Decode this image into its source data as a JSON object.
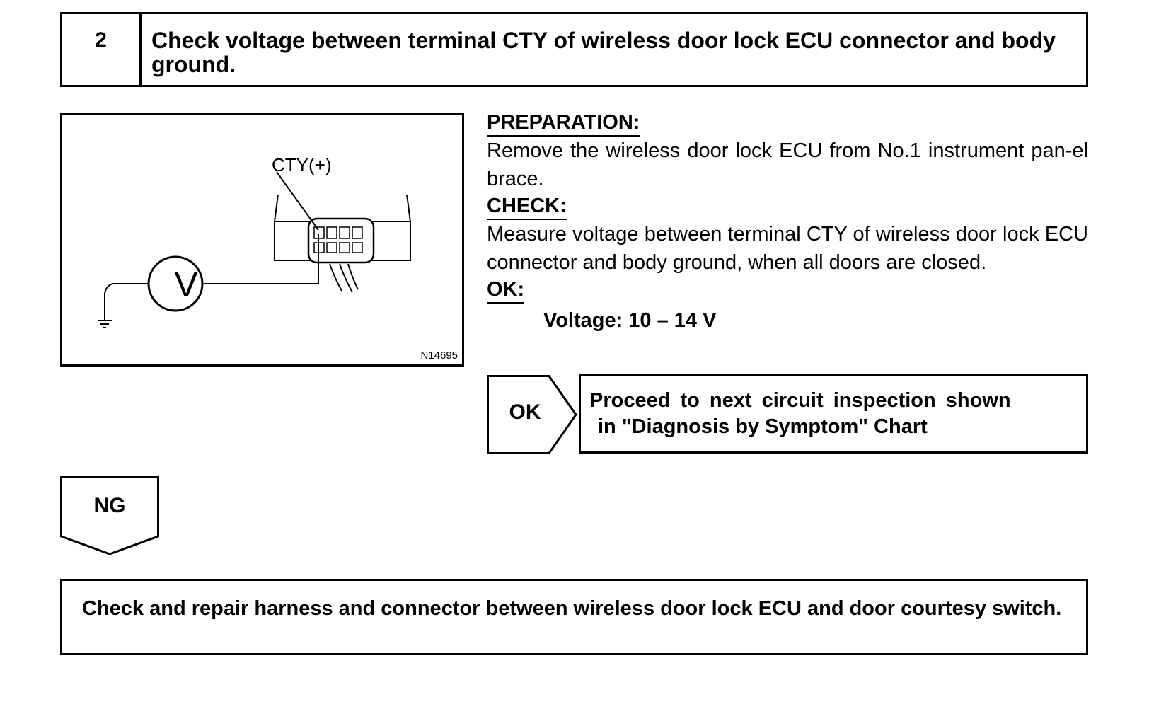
{
  "step": {
    "number": "2",
    "title": "Check voltage between terminal CTY of wireless door lock ECU connector and body ground."
  },
  "figure": {
    "terminal_label": "CTY(+)",
    "meter_symbol": "V",
    "figure_id": "N14695"
  },
  "instructions": {
    "preparation_heading": "PREPARATION:",
    "preparation_text": "Remove the wireless door lock ECU from No.1 instrument pan-el brace.",
    "check_heading": "CHECK:",
    "check_text": "Measure voltage between terminal CTY of wireless door lock ECU connector and body ground, when all doors are closed.",
    "ok_heading": "OK:",
    "ok_spec": "Voltage: 10 – 14 V"
  },
  "ok_branch": {
    "label": "OK",
    "result_line1": "Proceed to next circuit inspection shown",
    "result_line2": "in \"Diagnosis by Symptom\" Chart"
  },
  "ng_branch": {
    "label": "NG",
    "result": "Check and repair harness and connector between wireless door lock ECU and door courtesy switch."
  }
}
